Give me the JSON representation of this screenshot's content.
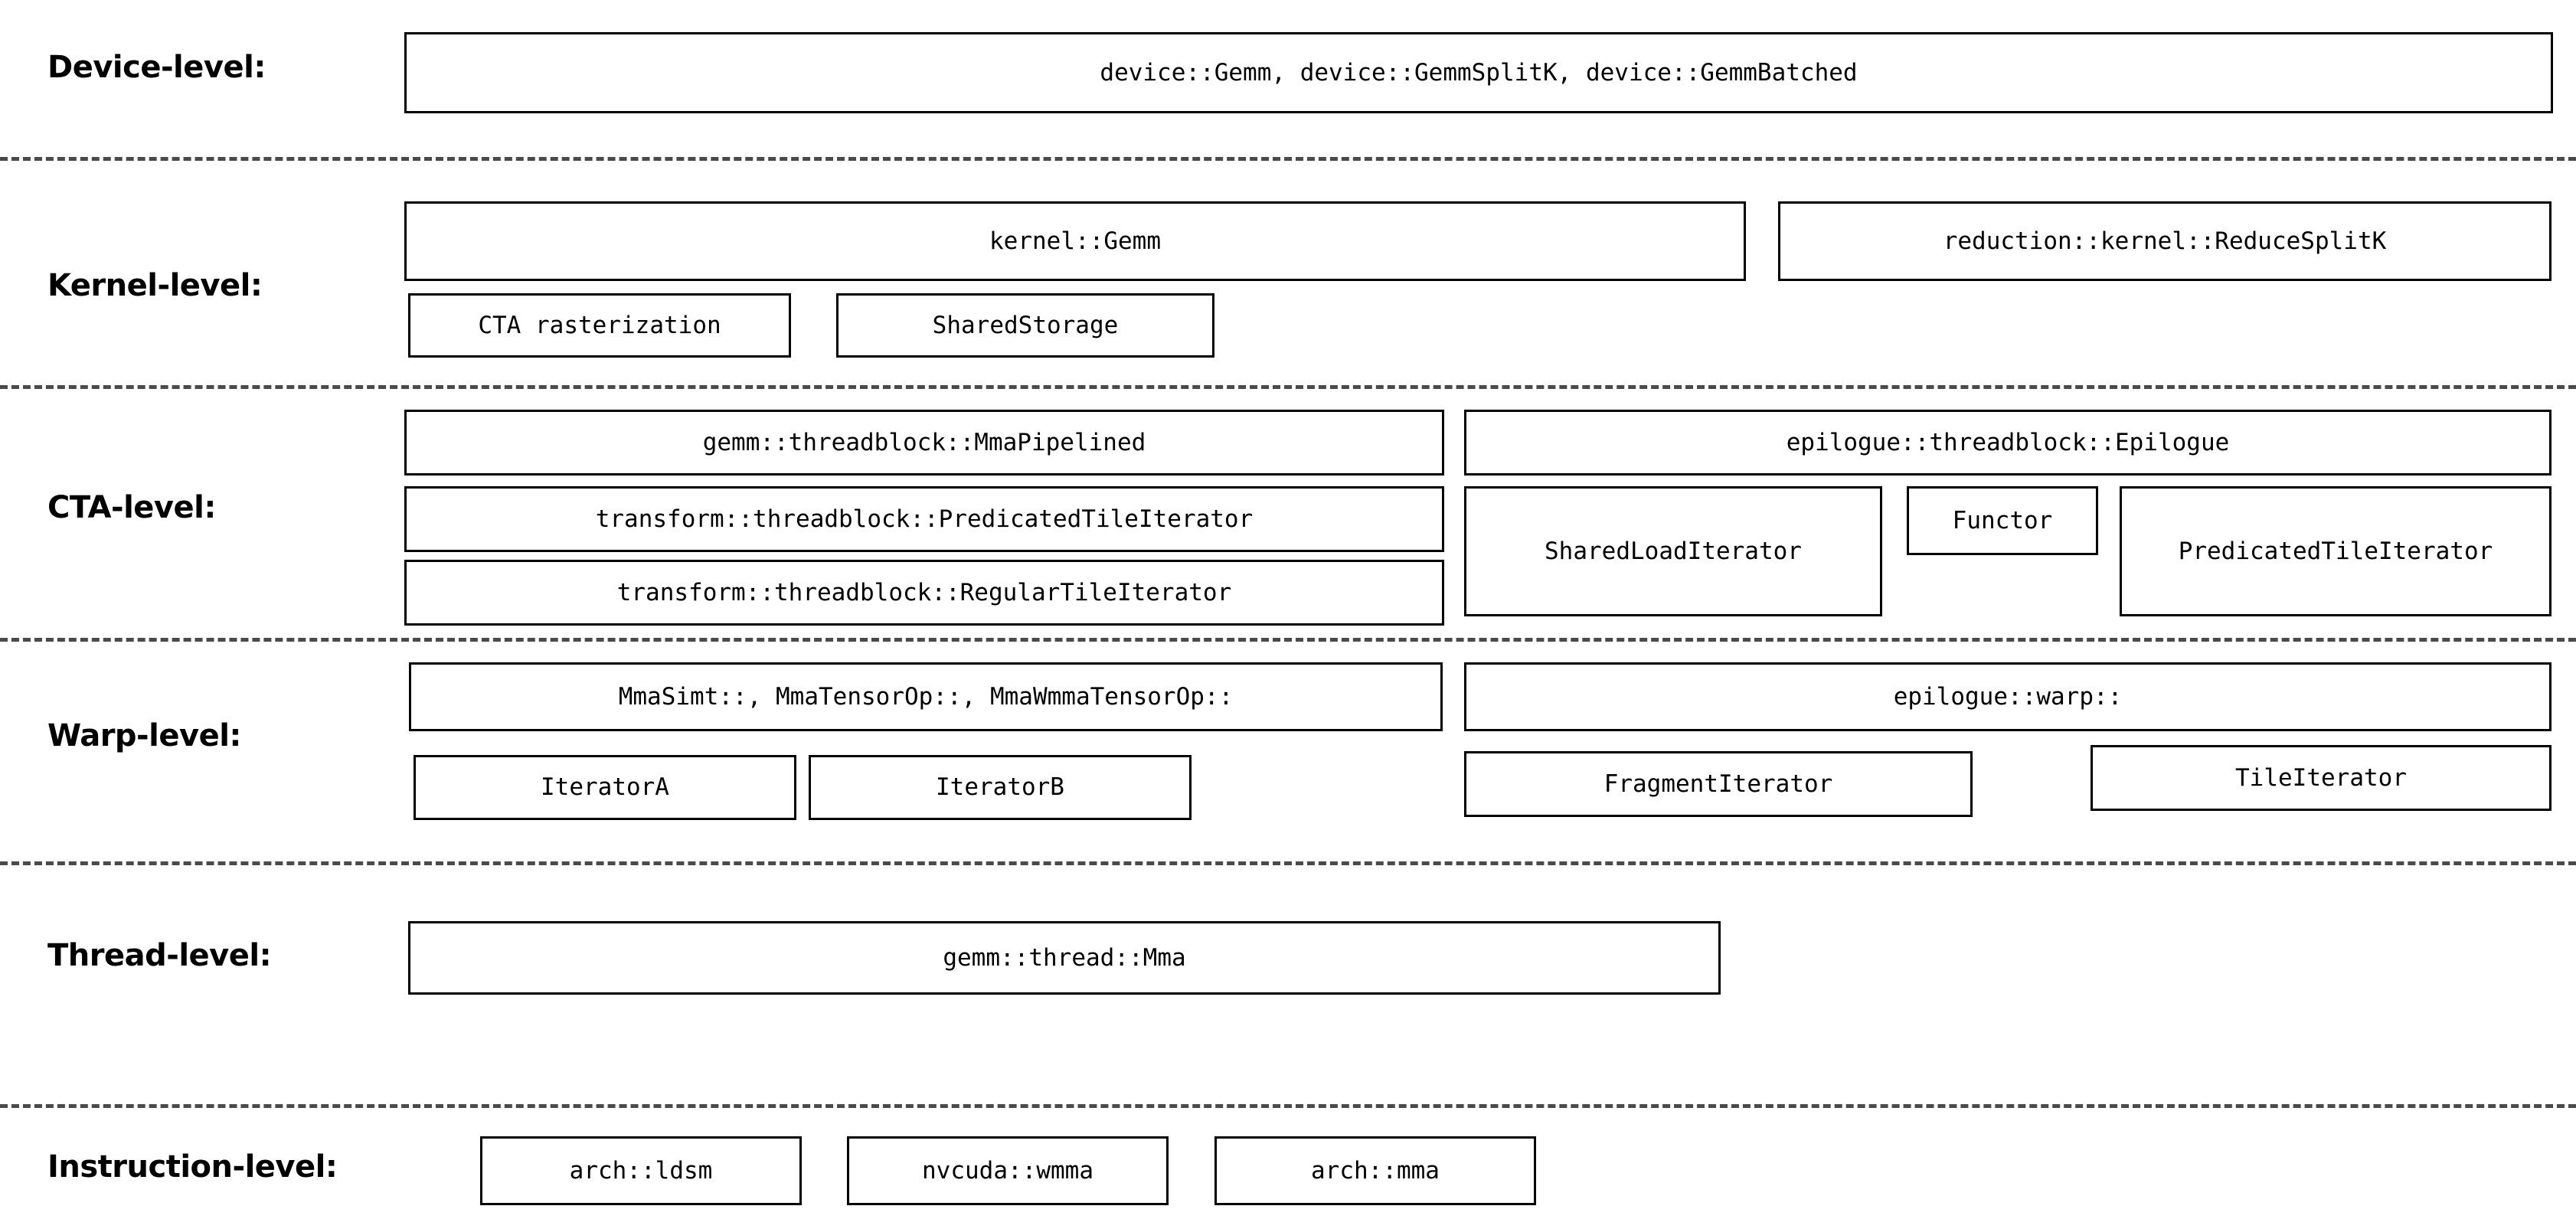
{
  "diagram": {
    "title": "CUTLASS GEMM template hierarchy",
    "background_color": "#ffffff",
    "line_color": "#000000",
    "separator_color": "#4a4a4a"
  },
  "levels": [
    {
      "label": "Device-level:",
      "boxes": [
        {
          "text": "device::Gemm, device::GemmSplitK, device::GemmBatched"
        }
      ]
    },
    {
      "label": "Kernel-level:",
      "boxes": [
        {
          "text": "kernel::Gemm"
        },
        {
          "text": "reduction::kernel::ReduceSplitK"
        },
        {
          "text": "CTA rasterization"
        },
        {
          "text": "SharedStorage"
        }
      ]
    },
    {
      "label": "CTA-level:",
      "boxes": [
        {
          "text": "gemm::threadblock::MmaPipelined"
        },
        {
          "text": "epilogue::threadblock::Epilogue"
        },
        {
          "text": "transform::threadblock::PredicatedTileIterator"
        },
        {
          "text": "SharedLoadIterator"
        },
        {
          "text": "Functor"
        },
        {
          "text": "PredicatedTileIterator"
        },
        {
          "text": "transform::threadblock::RegularTileIterator"
        }
      ]
    },
    {
      "label": "Warp-level:",
      "boxes": [
        {
          "text": "MmaSimt::, MmaTensorOp::, MmaWmmaTensorOp::"
        },
        {
          "text": "epilogue::warp::"
        },
        {
          "text": "IteratorA"
        },
        {
          "text": "IteratorB"
        },
        {
          "text": "FragmentIterator"
        },
        {
          "text": "TileIterator"
        }
      ]
    },
    {
      "label": "Thread-level:",
      "boxes": [
        {
          "text": "gemm::thread::Mma"
        }
      ]
    },
    {
      "label": "Instruction-level:",
      "boxes": [
        {
          "text": "arch::ldsm"
        },
        {
          "text": "nvcuda::wmma"
        },
        {
          "text": "arch::mma"
        }
      ]
    }
  ]
}
